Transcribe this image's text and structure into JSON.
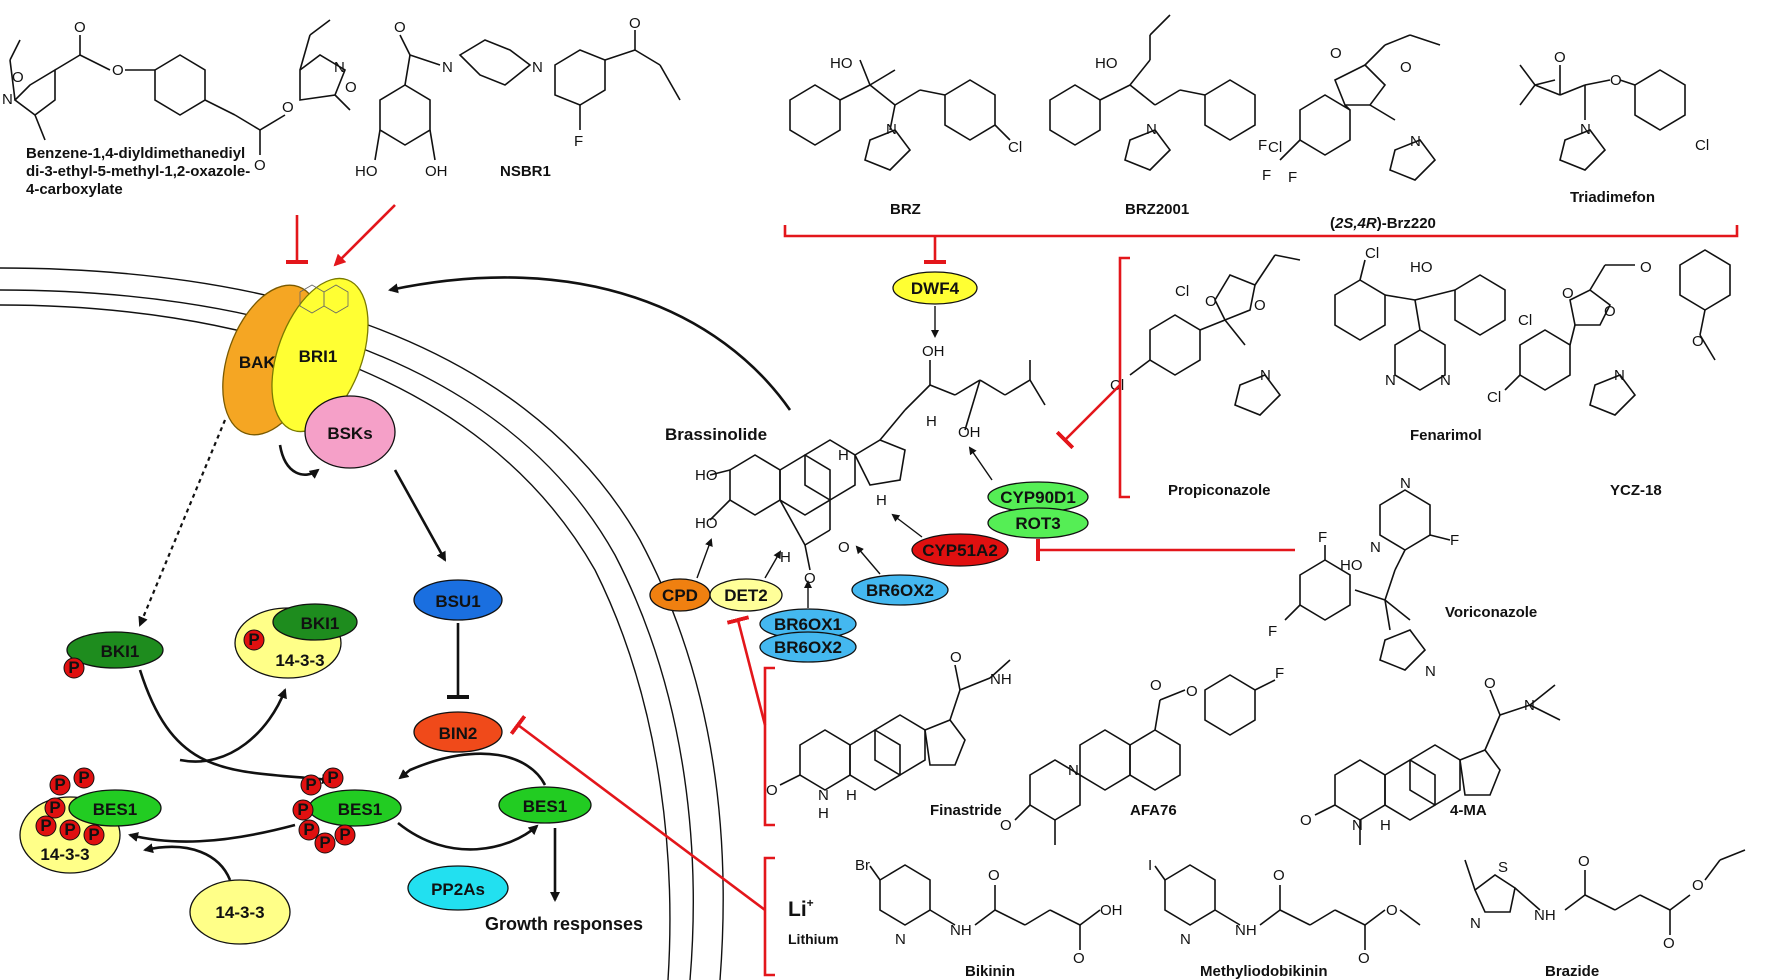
{
  "compounds": {
    "benzene_label_1": "Benzene-1,4-diyldimethanediyl",
    "benzene_label_2": "di-3-ethyl-5-methyl-1,2-oxazole-",
    "benzene_label_3": "4-carboxylate",
    "nsbr1": "NSBR1",
    "brz": "BRZ",
    "brz2001": "BRZ2001",
    "brz220_prefix": "(",
    "brz220_stereo": "2S,4R",
    "brz220_suffix": ")-Brz220",
    "triadimefon": "Triadimefon",
    "propiconazole": "Propiconazole",
    "fenarimol": "Fenarimol",
    "ycz18": "YCZ-18",
    "voriconazole": "Voriconazole",
    "finastride": "Finastride",
    "afa76": "AFA76",
    "ma4": "4-MA",
    "bikinin": "Bikinin",
    "methyliodobikinin": "Methyliodobikinin",
    "brazide": "Brazide",
    "brassinolide": "Brassinolide",
    "lithium_symbol": "Li",
    "lithium_charge": "+",
    "lithium_name": "Lithium"
  },
  "enzymes": {
    "dwf4": "DWF4",
    "cyp90d1": "CYP90D1",
    "rot3": "ROT3",
    "cyp51a2": "CYP51A2",
    "cpd": "CPD",
    "det2": "DET2",
    "br6ox2_a": "BR6OX2",
    "br6ox1": "BR6OX1",
    "br6ox2_b": "BR6OX2"
  },
  "signaling": {
    "bak1": "BAK1",
    "bri1": "BRI1",
    "bsks": "BSKs",
    "bsu1": "BSU1",
    "bin2": "BIN2",
    "bki1_a": "BKI1",
    "bki1_b": "BKI1",
    "bes1_a": "BES1",
    "bes1_b": "BES1",
    "bes1_c": "BES1",
    "p1433_a": "14-3-3",
    "p1433_b": "14-3-3",
    "p1433_c": "14-3-3",
    "pp2as": "PP2As",
    "growth": "Growth responses",
    "phospho": "P"
  },
  "atoms": {
    "O": "O",
    "N": "N",
    "F": "F",
    "Cl": "Cl",
    "Br": "Br",
    "I": "I",
    "S": "S",
    "H": "H",
    "HO": "HO",
    "OH": "OH",
    "NH": "NH"
  },
  "colors": {
    "red_inhibit": "#e3161b",
    "bak1": "#f5a623",
    "bri1": "#ffff33",
    "bsks": "#f5a0c8",
    "bsu1": "#1a6fe0",
    "bin2": "#f04a1a",
    "bki1": "#1e8c1e",
    "bes1": "#22cc22",
    "p1433": "#ffff88",
    "pp2as": "#22e0f0",
    "dwf4": "#ffff33",
    "cyp90d1": "#55ee55",
    "cyp51a2": "#e01010",
    "cpd": "#f08010",
    "det2": "#ffff99",
    "br6ox": "#44b8f0",
    "phospho": "#e01010"
  }
}
